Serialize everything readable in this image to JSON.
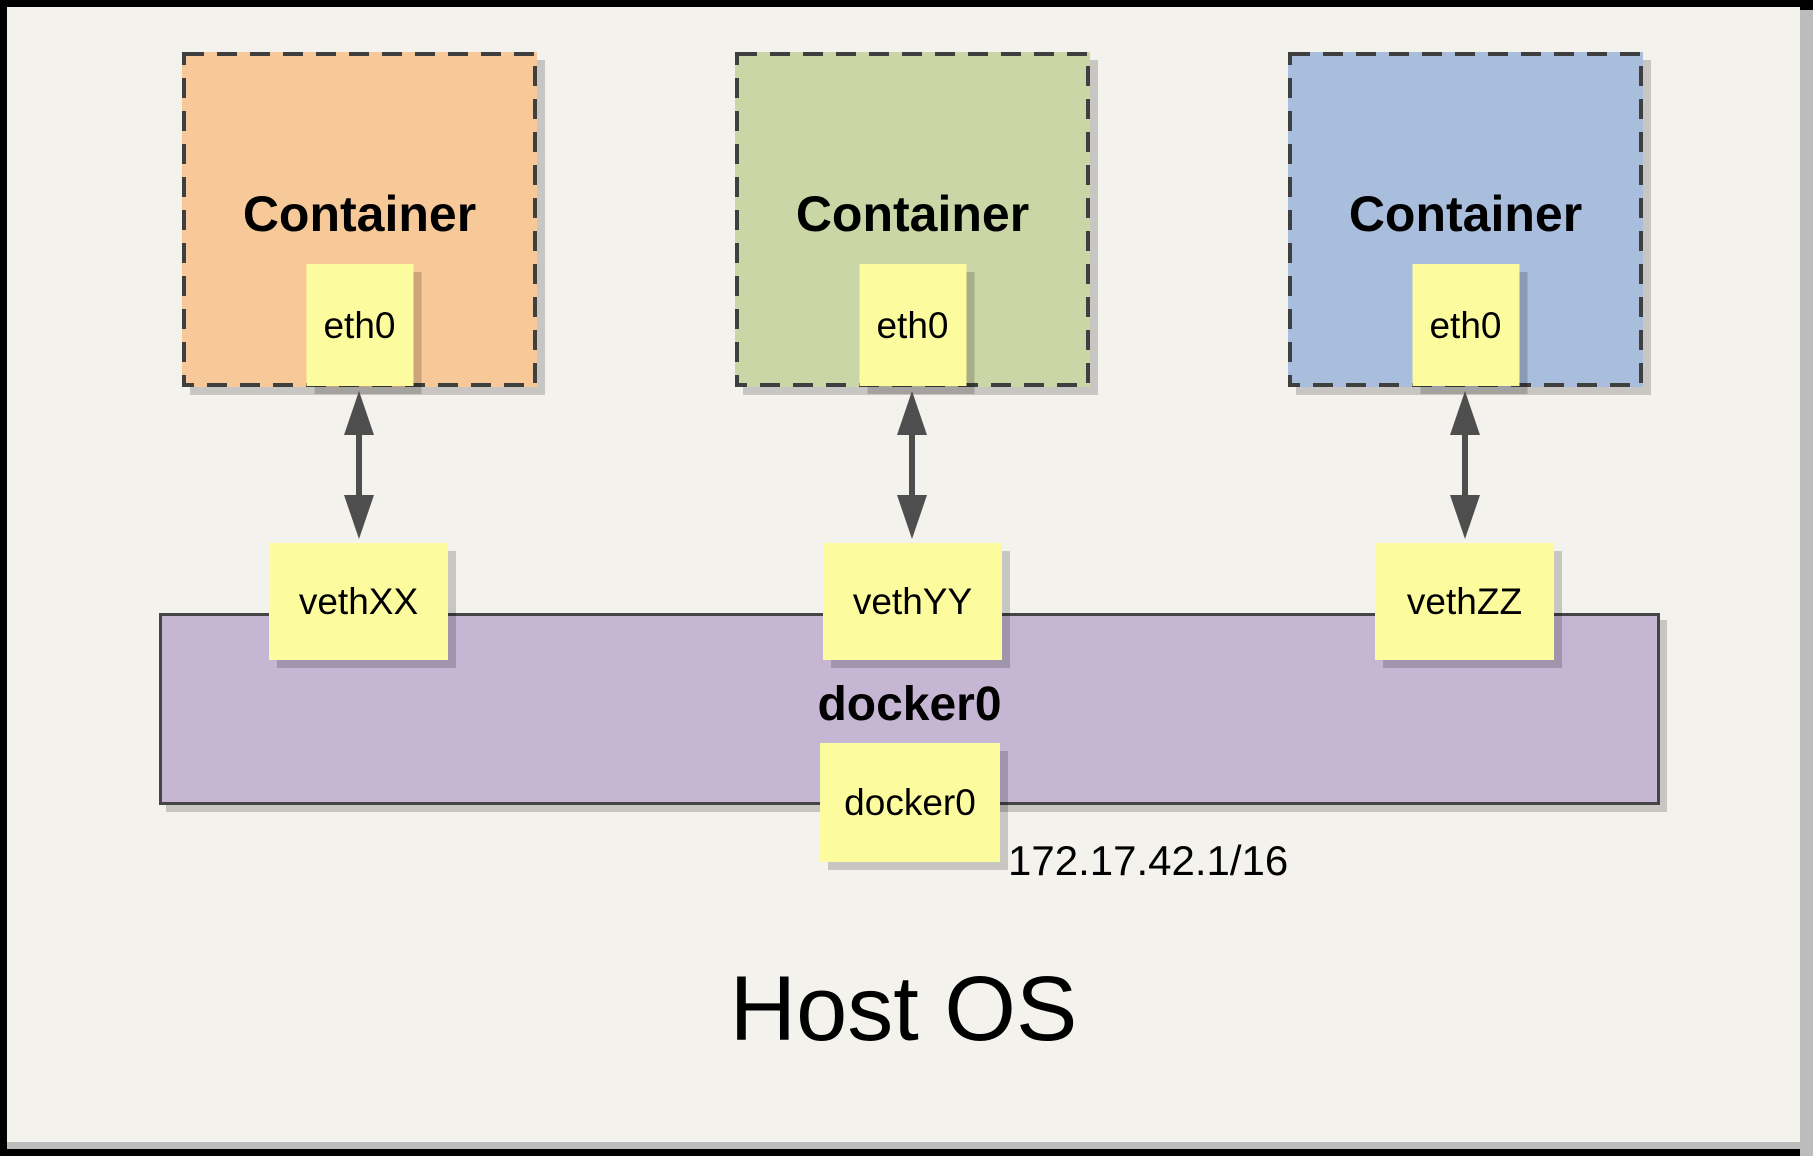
{
  "colors": {
    "page-bg": "#f4f2ed",
    "frame-border": "#000000",
    "frame-shadow": "#bcbcbc",
    "container-orange": "#f8c998",
    "container-green": "#cbd6a6",
    "container-blue": "#a9bedd",
    "note-yellow": "#fcfb9e",
    "bridge-purple": "#c5b6d3",
    "dash-border": "#3f3f3f",
    "arrow-gray": "#4e4e4e",
    "box-shadow-gray": "rgba(0,0,0,0.18)",
    "text-black": "#000000"
  },
  "diagram": {
    "containers": [
      {
        "title": "Container",
        "interface_label": "eth0",
        "veth_label": "vethXX"
      },
      {
        "title": "Container",
        "interface_label": "eth0",
        "veth_label": "vethYY"
      },
      {
        "title": "Container",
        "interface_label": "eth0",
        "veth_label": "vethZZ"
      }
    ],
    "bridge": {
      "label": "docker0",
      "interface_label": "docker0",
      "ip_address": "172.17.42.1/16"
    },
    "host_label": "Host OS"
  }
}
